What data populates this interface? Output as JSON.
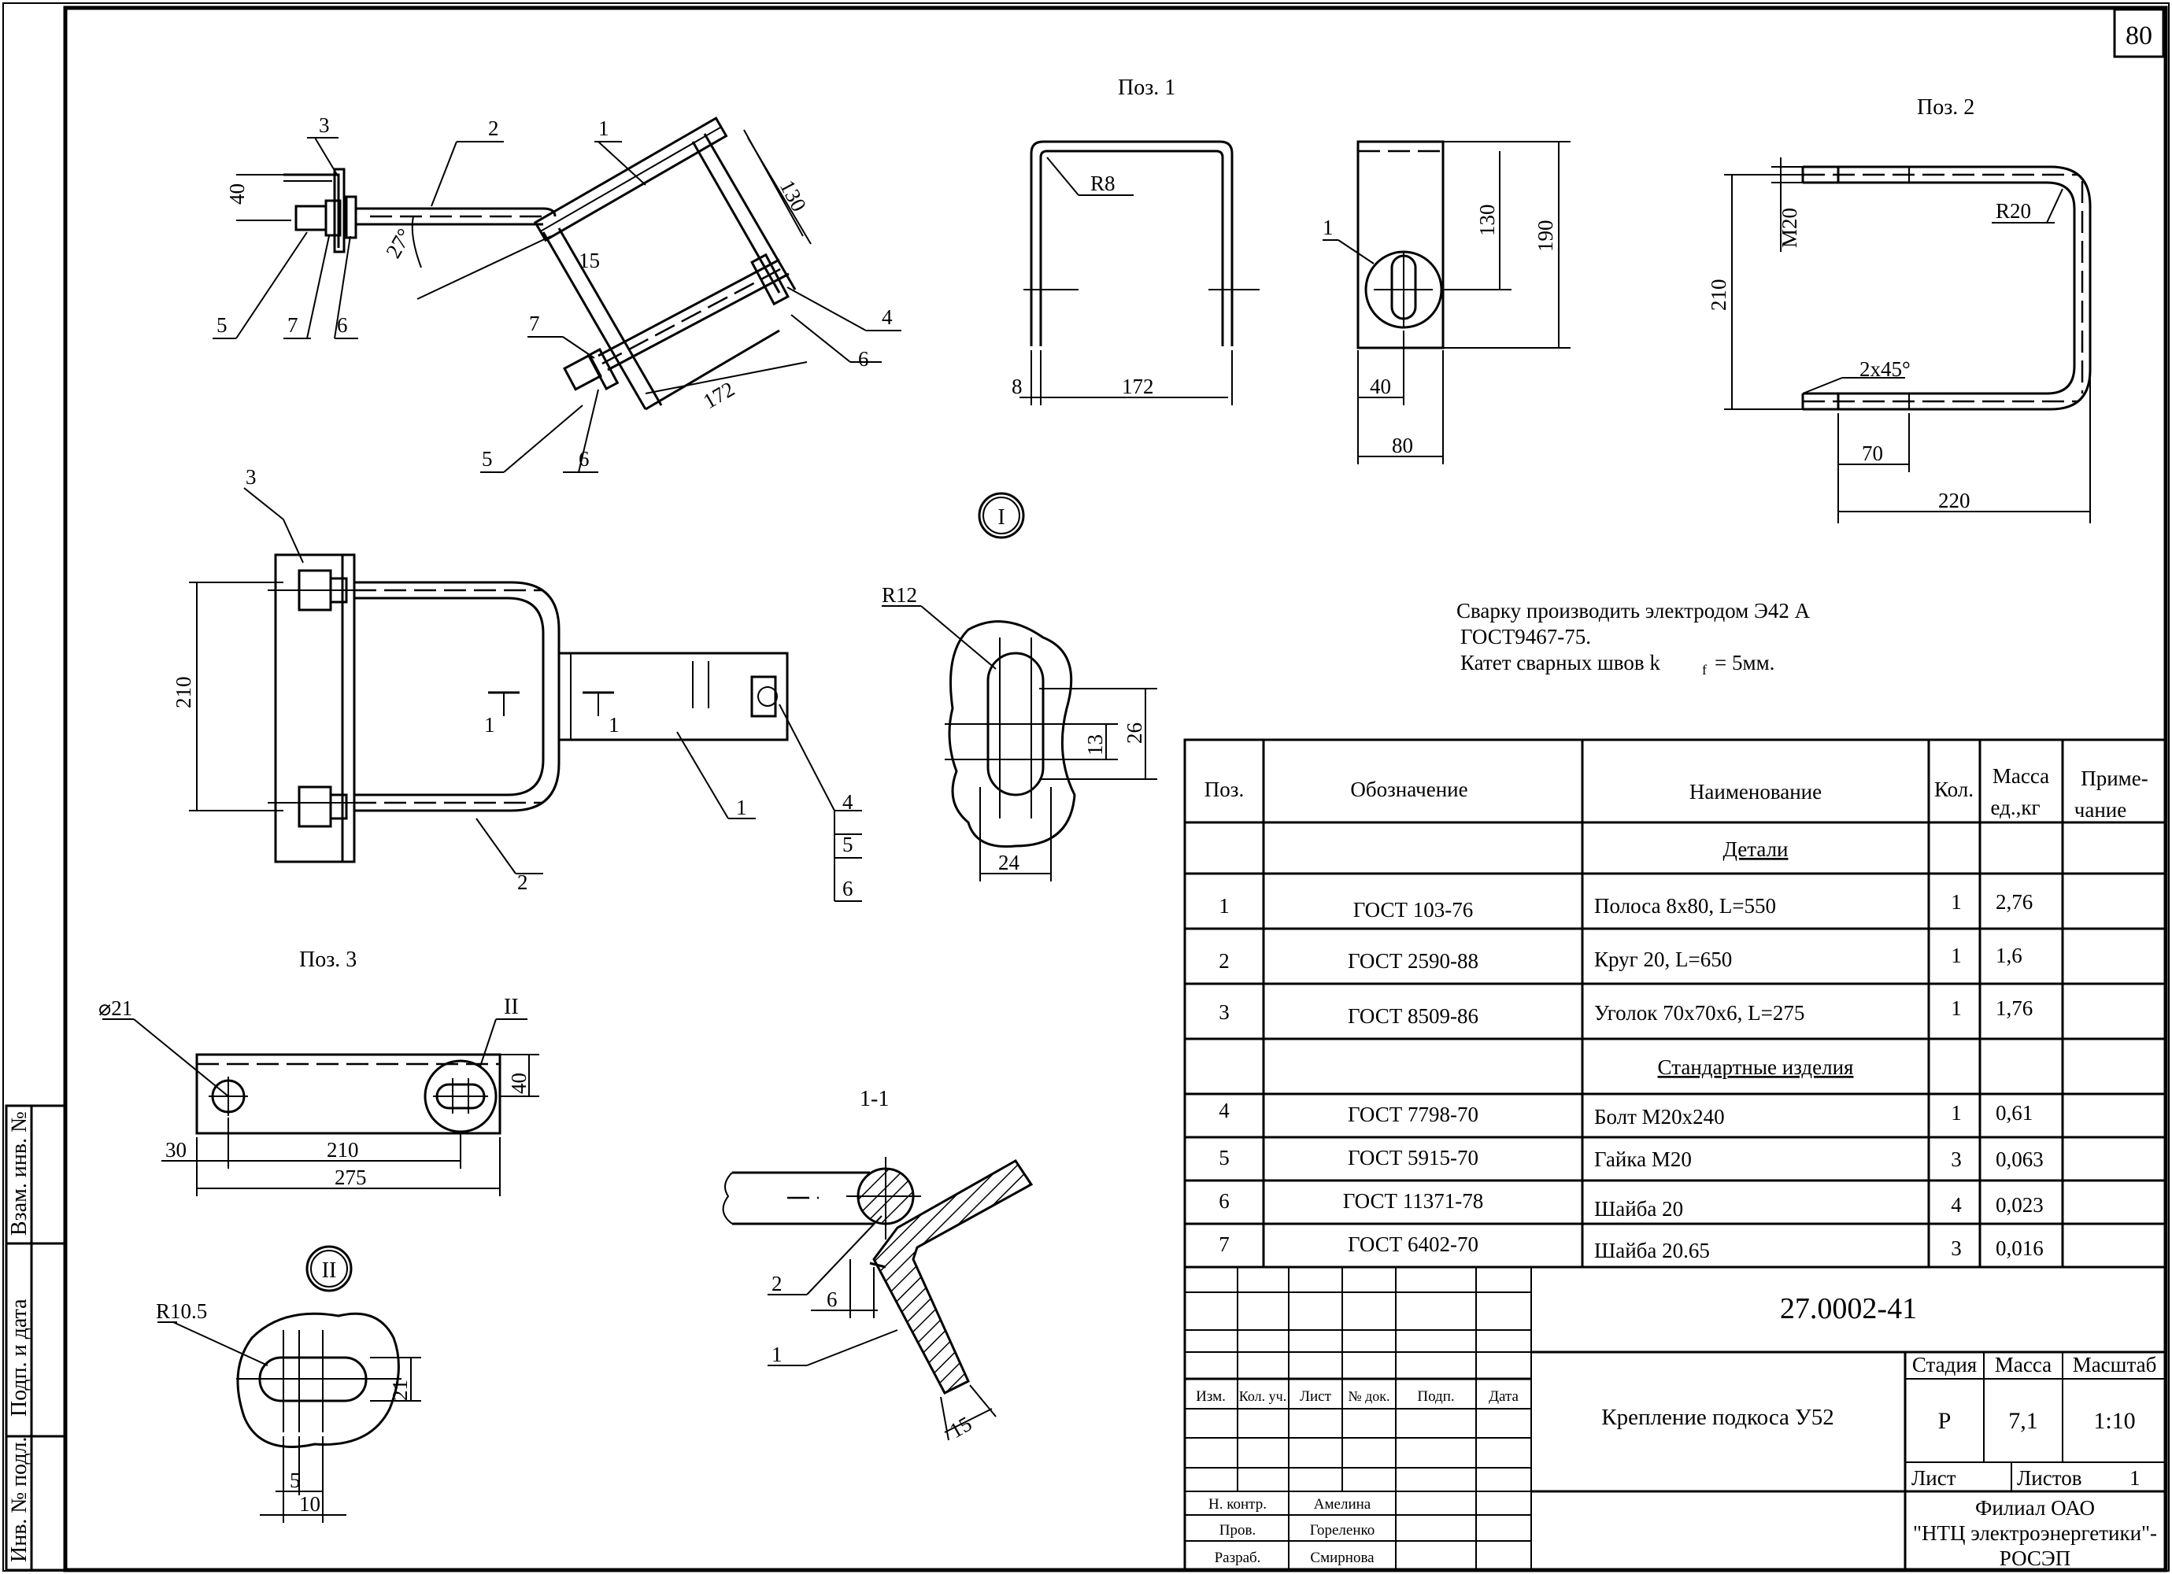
{
  "sheet_number": "80",
  "side_stamp": [
    "Инв. № подл.",
    "Подп. и дата",
    "Взам. инв. №"
  ],
  "views": {
    "poz1_title": "Поз. 1",
    "poz2_title": "Поз. 2",
    "poz3_title": "Поз. 3",
    "callout_I": "I",
    "callout_II": "II",
    "section_title": "1-1",
    "section_mark": "1"
  },
  "dims": {
    "d130": "130",
    "d172": "172",
    "d15": "15",
    "d27": "27°",
    "d40": "40",
    "d210": "210",
    "d8": "8",
    "dR8": "R8",
    "d190": "190",
    "d80": "80",
    "dM20": "M20",
    "dR20": "R20",
    "d2x45": "2x45°",
    "d70": "70",
    "d220": "220",
    "dR12": "R12",
    "d26": "26",
    "d13": "13",
    "d24": "24",
    "dDia21": "⌀21",
    "d275": "275",
    "d30": "30",
    "dR105": "R10.5",
    "d21": "21",
    "d5": "5",
    "d10": "10",
    "d6": "6"
  },
  "leaders": [
    "1",
    "2",
    "3",
    "4",
    "5",
    "6",
    "7"
  ],
  "notes": [
    "Сварку производить электродом Э42 А",
    "ГОСТ9467-75.",
    "Катет сварных швов k",
    "f",
    "= 5мм."
  ],
  "spec_table": {
    "headers": {
      "poz": "Поз.",
      "designation": "Обозначение",
      "name": "Наименование",
      "qty": "Кол.",
      "mass1": "Масса",
      "mass2": "ед.,кг",
      "note1": "Приме-",
      "note2": "чание"
    },
    "section_details": "Детали",
    "section_standard": "Стандартные изделия",
    "rows": [
      {
        "poz": "1",
        "designation": "ГОСТ 103-76",
        "name": "Полоса 8х80, L=550",
        "qty": "1",
        "mass": "2,76"
      },
      {
        "poz": "2",
        "designation": "ГОСТ 2590-88",
        "name": "Круг 20, L=650",
        "qty": "1",
        "mass": "1,6"
      },
      {
        "poz": "3",
        "designation": "ГОСТ 8509-86",
        "name": "Уголок 70х70х6, L=275",
        "qty": "1",
        "mass": "1,76"
      },
      {
        "poz": "4",
        "designation": "ГОСТ 7798-70",
        "name": "Болт М20х240",
        "qty": "1",
        "mass": "0,61"
      },
      {
        "poz": "5",
        "designation": "ГОСТ 5915-70",
        "name": "Гайка М20",
        "qty": "3",
        "mass": "0,063"
      },
      {
        "poz": "6",
        "designation": "ГОСТ 11371-78",
        "name": "Шайба 20",
        "qty": "4",
        "mass": "0,023"
      },
      {
        "poz": "7",
        "designation": "ГОСТ 6402-70",
        "name": "Шайба 20.65",
        "qty": "3",
        "mass": "0,016"
      }
    ]
  },
  "title_block": {
    "code": "27.0002-41",
    "title": "Крепление подкоса У52",
    "stage_label": "Стадия",
    "mass_label": "Масса",
    "scale_label": "Масштаб",
    "stage": "Р",
    "mass": "7,1",
    "scale": "1:10",
    "sheet_label": "Лист",
    "sheets_label": "Листов",
    "sheets": "1",
    "org1": "Филиал ОАО",
    "org2": "\"НТЦ электроэнергетики\"-",
    "org3": "РОСЭП",
    "col_izm": "Изм.",
    "col_kol": "Кол. уч.",
    "col_list": "Лист",
    "col_ndok": "№ док.",
    "col_podp": "Подп.",
    "col_data": "Дата",
    "role1": "Н. контр.",
    "role2": "Пров.",
    "role3": "Разраб.",
    "name1": "Амелина",
    "name2": "Гореленко",
    "name3": "Смирнова"
  }
}
